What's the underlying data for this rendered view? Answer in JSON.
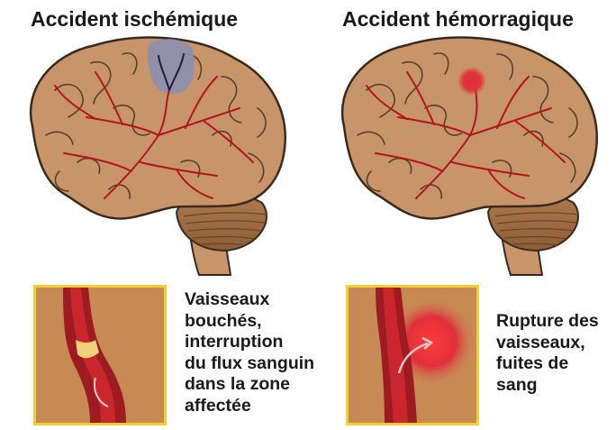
{
  "left": {
    "title": "Accident ischémique",
    "caption_lines": [
      "Vaisseaux",
      "bouchés,",
      "interruption",
      "du flux sanguin",
      "dans la zone",
      "affectée"
    ]
  },
  "right": {
    "title": "Accident hémorragique",
    "caption_lines": [
      "Rupture des",
      "vaisseaux,",
      "fuites de",
      "sang"
    ]
  },
  "colors": {
    "brain": "#c8956a",
    "brain_outline": "#3a2a1e",
    "cerebellum": "#a77548",
    "vessel": "#b3141e",
    "clot_area": "#8c8fb0",
    "hemorrhage": "#e0303a",
    "inset_border": "#f2cf33"
  },
  "icons": [
    "brain-illustration",
    "blood-vessel-illustration"
  ]
}
